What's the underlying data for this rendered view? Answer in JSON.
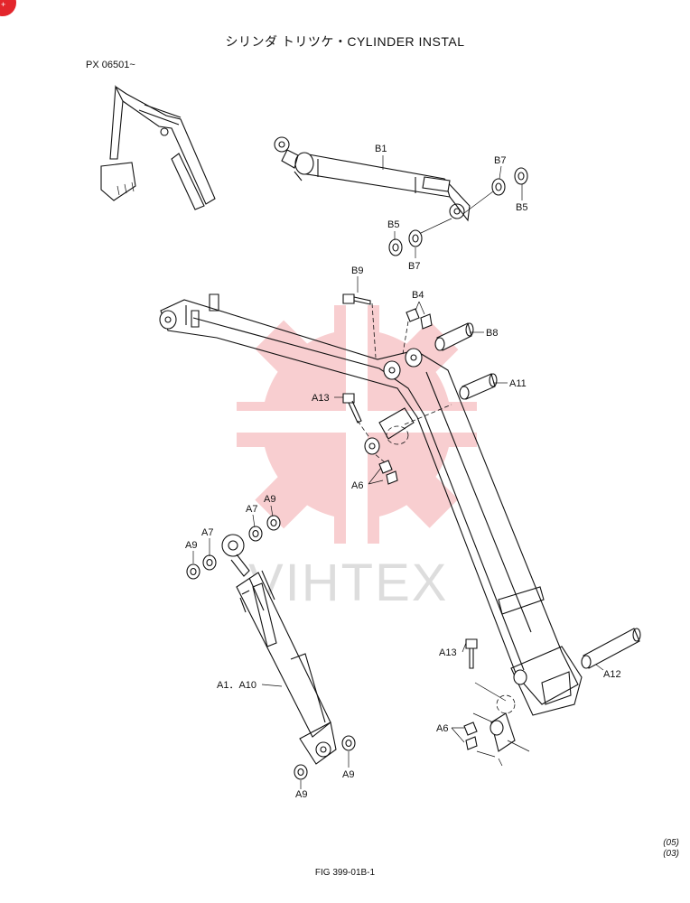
{
  "header": {
    "title": "シリンダ トリツケ・CYLINDER INSTAL",
    "serial": "PX 06501~"
  },
  "watermark": {
    "text": "VIHTEX",
    "color": "#e3262c"
  },
  "callouts": {
    "B1": "B1",
    "B7_top": "B7",
    "B5_top": "B5",
    "B5_low": "B5",
    "B7_low": "B7",
    "B9": "B9",
    "B4": "B4",
    "B8": "B8",
    "A11": "A11",
    "A13_top": "A13",
    "A6_top": "A6",
    "A9_a": "A9",
    "A7_a": "A7",
    "A9_b": "A9",
    "A7_b": "A7",
    "A1_A10": "A1．A10",
    "A13_low": "A13",
    "A12": "A12",
    "A6_low": "A6",
    "A9_c": "A9",
    "A9_d": "A9"
  },
  "footer": {
    "figure": "FIG 399-01B-1",
    "rev1": "(05)",
    "rev2": "(03)"
  }
}
